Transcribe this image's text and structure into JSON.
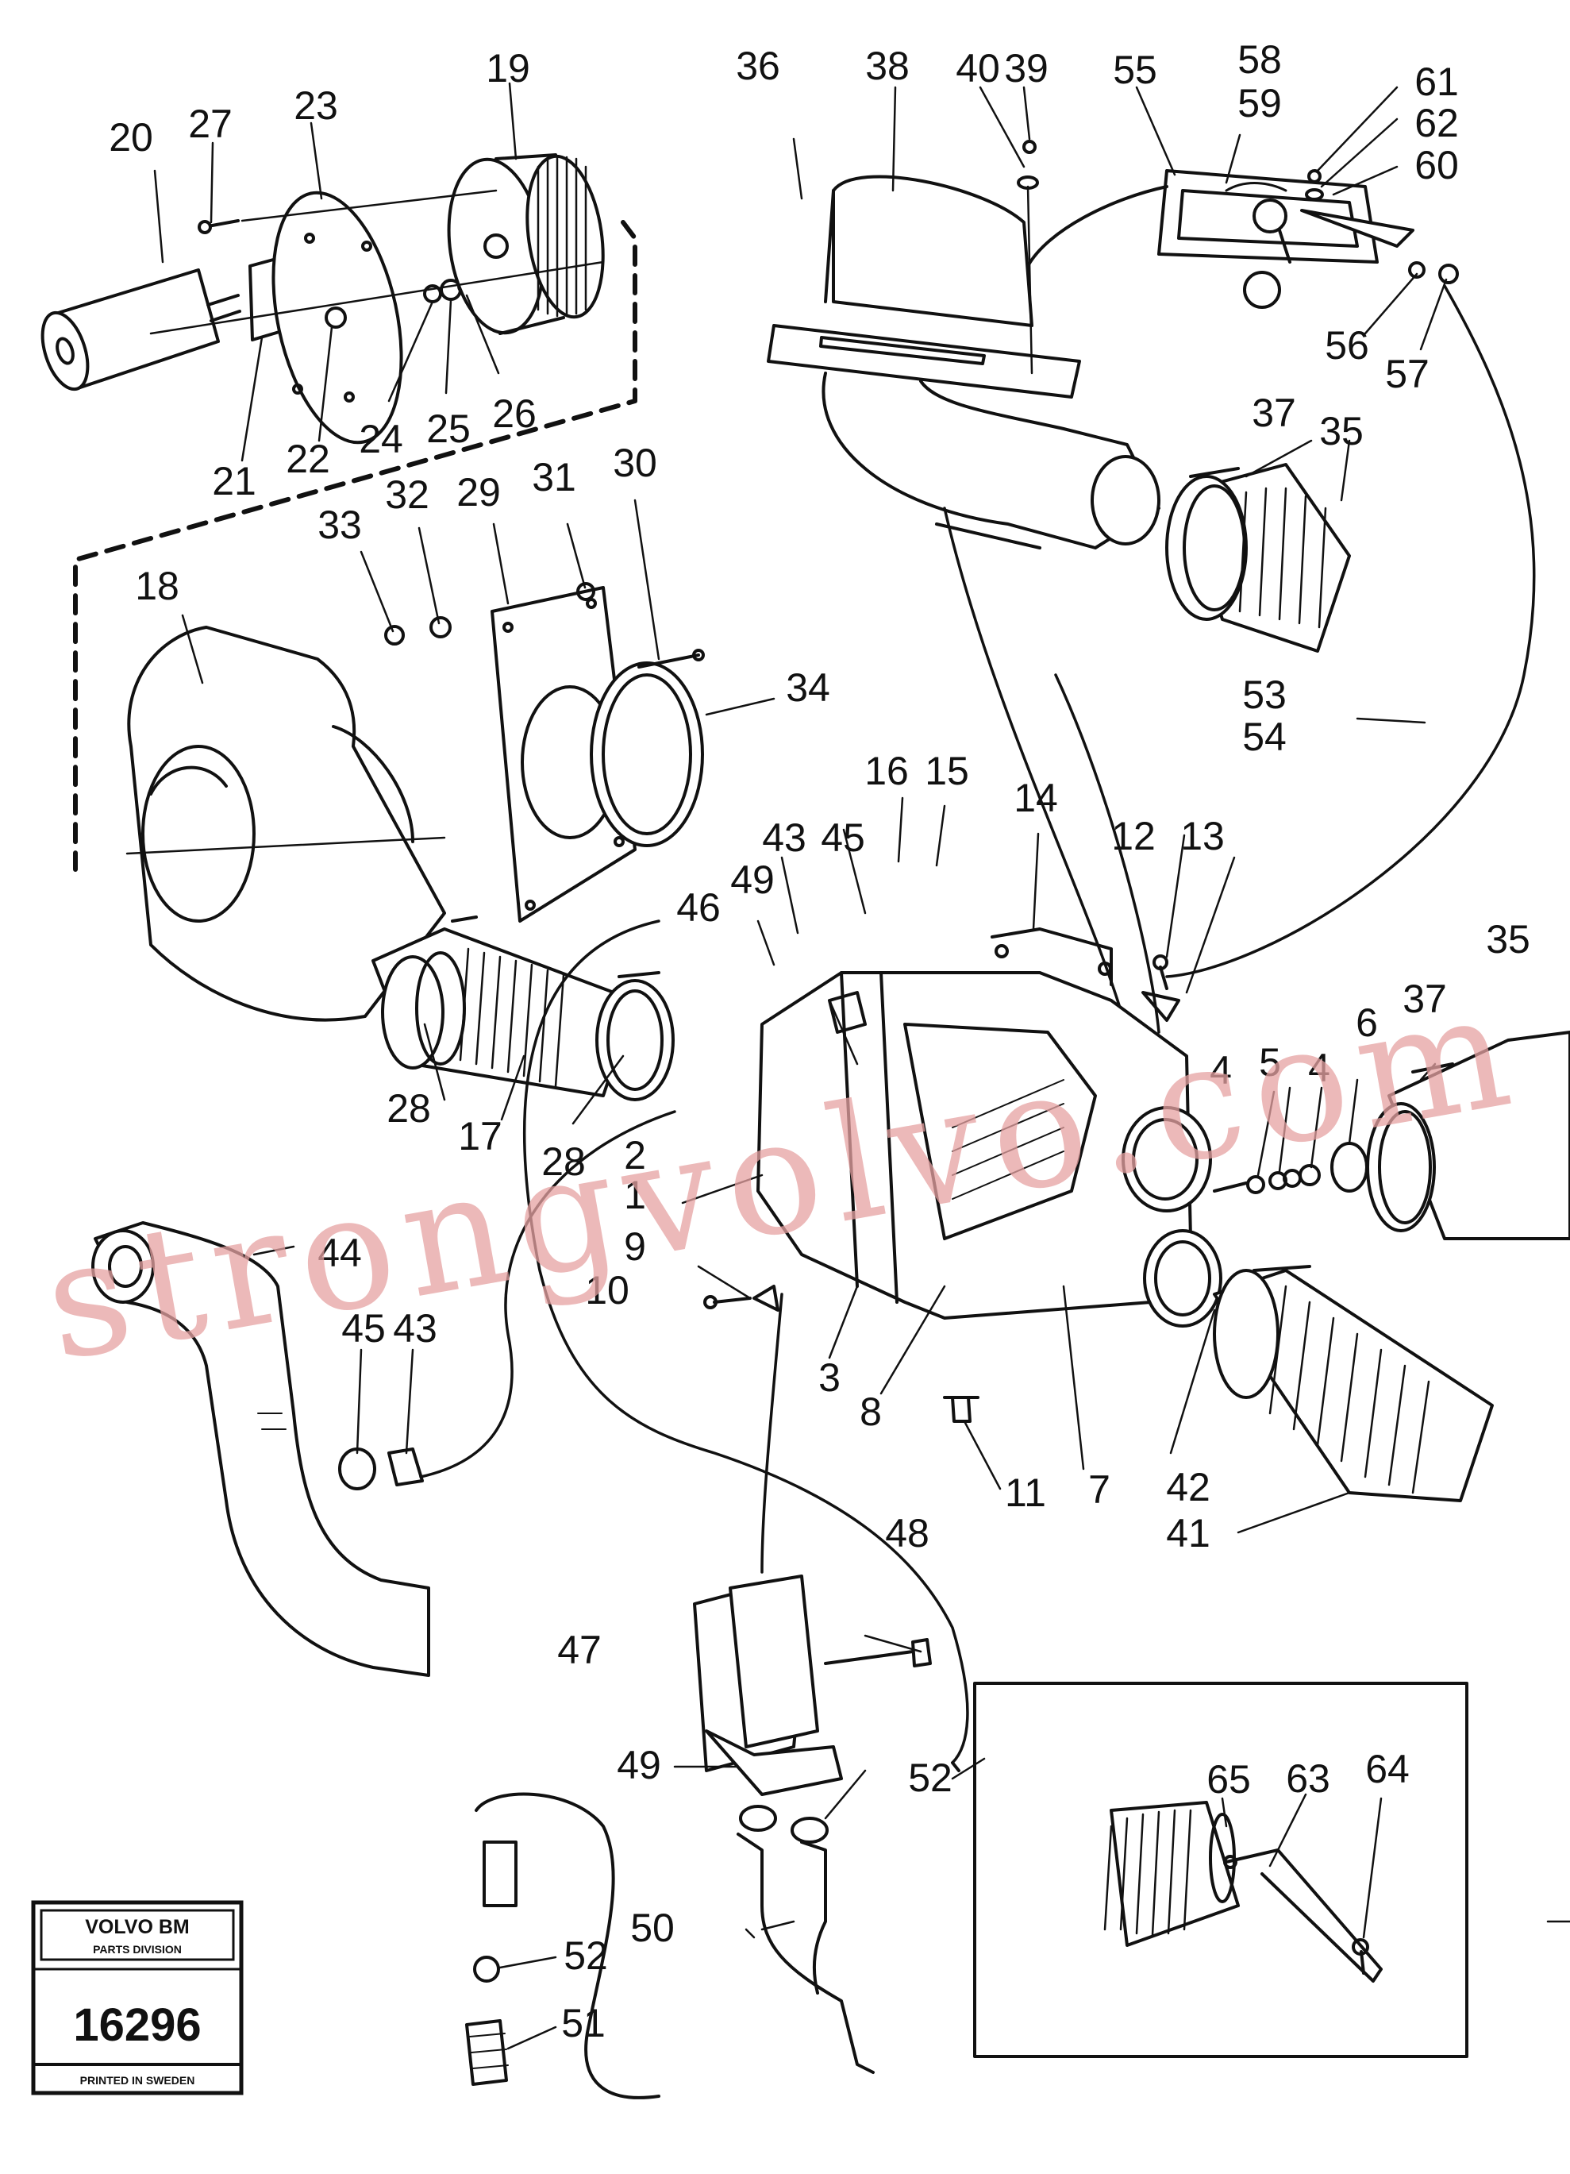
{
  "labels": [
    "1",
    "2",
    "3",
    "4",
    "4",
    "5",
    "6",
    "7",
    "8",
    "9",
    "10",
    "11",
    "12",
    "13",
    "14",
    "15",
    "16",
    "17",
    "18",
    "19",
    "20",
    "21",
    "22",
    "23",
    "24",
    "25",
    "26",
    "27",
    "28",
    "28",
    "29",
    "30",
    "31",
    "32",
    "33",
    "34",
    "35",
    "35",
    "36",
    "37",
    "37",
    "38",
    "39",
    "40",
    "41",
    "42",
    "43",
    "43",
    "44",
    "45",
    "45",
    "46",
    "47",
    "48",
    "49",
    "49",
    "50",
    "51",
    "52",
    "52",
    "53",
    "54",
    "55",
    "56",
    "57",
    "58",
    "59",
    "60",
    "61",
    "62",
    "63",
    "64",
    "65"
  ],
  "watermark": "strongvolvo.com",
  "logo": {
    "brand": "VOLVO BM",
    "division": "PARTS DIVISION",
    "number": "16296",
    "printed": "PRINTED IN SWEDEN"
  }
}
